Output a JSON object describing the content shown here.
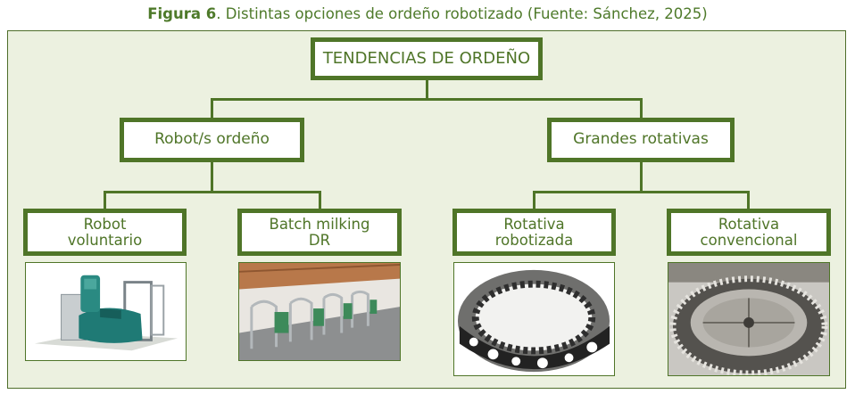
{
  "caption": {
    "label": "Figura 6",
    "text": ". Distintas opciones de ordeño robotizado (Fuente: Sánchez, 2025)"
  },
  "tree": {
    "root": "TENDENCIAS DE ORDEÑO",
    "left": {
      "label": "Robot/s ordeño",
      "children": [
        {
          "line1": "Robot",
          "line2": "voluntario"
        },
        {
          "line1": "Batch milking",
          "line2": "DR"
        }
      ]
    },
    "right": {
      "label": "Grandes rotativas",
      "children": [
        {
          "line1": "Rotativa",
          "line2": "robotizada"
        },
        {
          "line1": "Rotativa",
          "line2": "convencional"
        }
      ]
    }
  },
  "colors": {
    "accent": "#4f7528",
    "panel_bg": "#ecf1e0",
    "caption": "#4e7a2a"
  }
}
